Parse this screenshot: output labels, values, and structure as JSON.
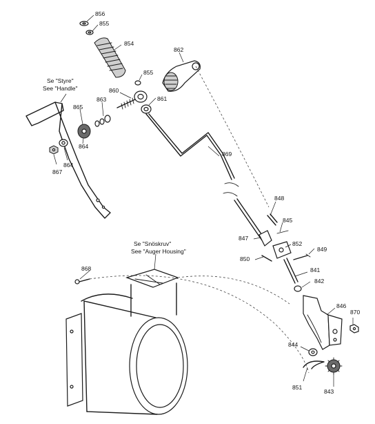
{
  "notes": {
    "handle_line1": "Se \"Styre\"",
    "handle_line2": "See \"Handle\"",
    "auger_line1": "Se \"Snöskruv\"",
    "auger_line2": "See \"Auger Housing\""
  },
  "parts": {
    "p856": "856",
    "p855a": "855",
    "p854": "854",
    "p862": "862",
    "p855b": "855",
    "p860": "860",
    "p863": "863",
    "p865": "865",
    "p861": "861",
    "p864a": "864",
    "p864b": "864",
    "p867": "867",
    "p869": "869",
    "p848": "848",
    "p845": "845",
    "p847": "847",
    "p852": "852",
    "p849": "849",
    "p850": "850",
    "p841": "841",
    "p842": "842",
    "p868": "868",
    "p846": "846",
    "p870": "870",
    "p844": "844",
    "p851": "851",
    "p843": "843"
  }
}
